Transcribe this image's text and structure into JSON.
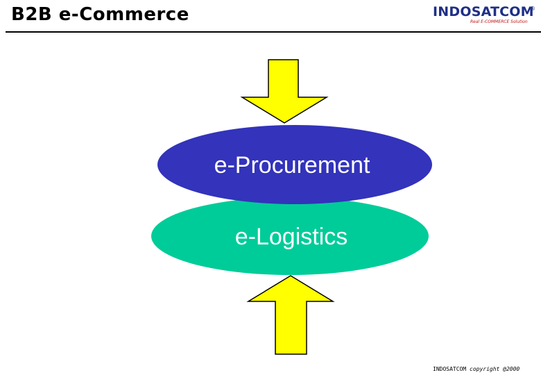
{
  "header": {
    "title": "B2B e-Commerce"
  },
  "logo": {
    "brand": "INDOSATCOM",
    "registered_mark": "®",
    "tagline": "Real E-COMMERCE Solution",
    "color": "#1f2f86",
    "tagline_color": "#c01010"
  },
  "diagram": {
    "top_ellipse": {
      "label": "e-Procurement",
      "color": "#3333bb"
    },
    "bottom_ellipse": {
      "label": "e-Logistics",
      "color": "#00cc99"
    },
    "arrow_color": "#ffff00",
    "arrows": [
      {
        "icon": "arrow-down-icon"
      },
      {
        "icon": "arrow-up-icon"
      }
    ]
  },
  "footer": {
    "company": "INDOSATCOM",
    "copyright": "copyright @2000"
  }
}
